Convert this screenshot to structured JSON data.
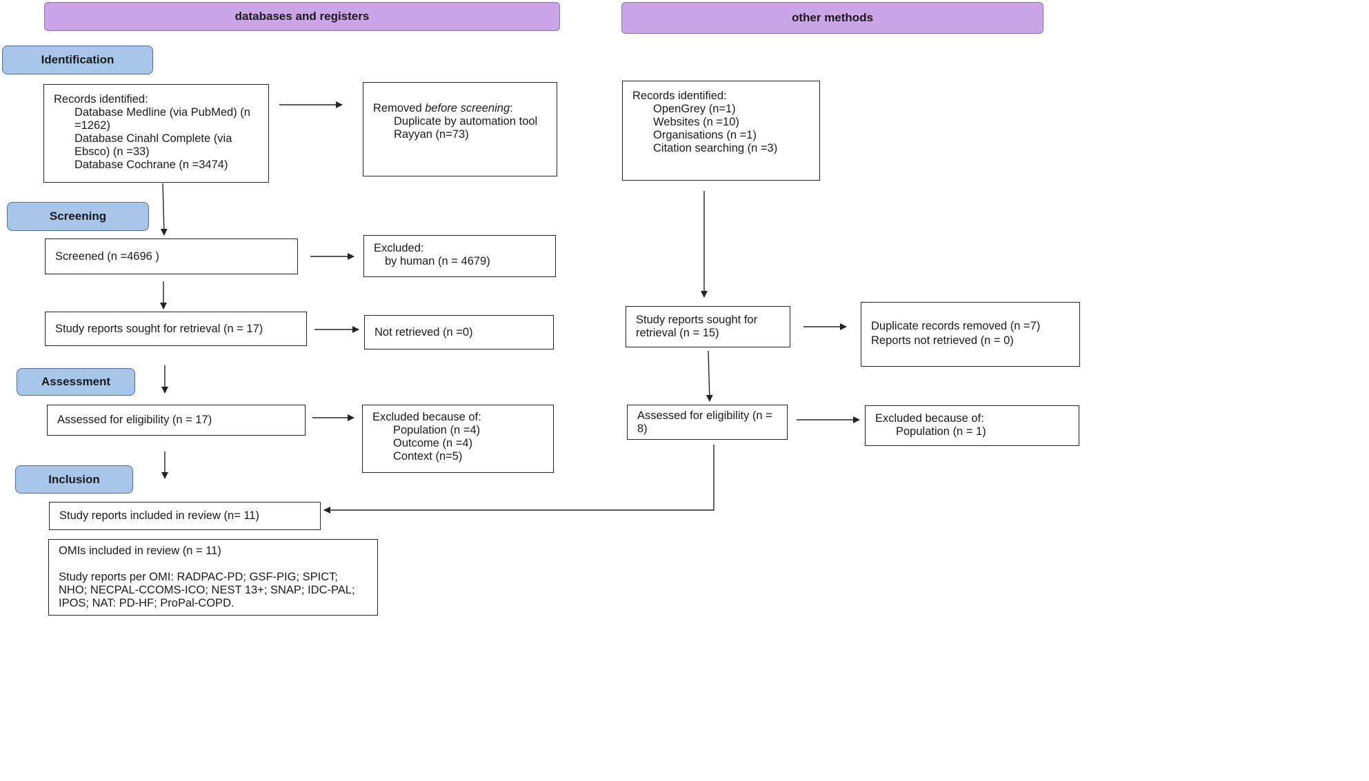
{
  "headers": {
    "left": "databases and registers",
    "right": "other methods"
  },
  "stages": {
    "identification": "Identification",
    "screening": "Screening",
    "assessment": "Assessment",
    "inclusion": "Inclusion"
  },
  "left": {
    "records": {
      "title": "Records identified:",
      "items": [
        "Database Medline (via PubMed) (n =1262)",
        "Database Cinahl Complete (via Ebsco) (n =33)",
        "Database Cochrane (n =3474)"
      ]
    },
    "removed": {
      "prefix": "Removed ",
      "emph": "before screening",
      "suffix": ":",
      "items": [
        "Duplicate by automation tool Rayyan (n=73)"
      ]
    },
    "screened": "Screened (n =4696 )",
    "excluded": {
      "title": "Excluded:",
      "items": [
        "by human (n = 4679)"
      ]
    },
    "sought": "Study reports sought for retrieval (n = 17)",
    "not_retrieved": "Not retrieved (n =0)",
    "assessed": "Assessed for eligibility (n = 17)",
    "excluded_reasons": {
      "title": "Excluded because of:",
      "items": [
        "Population (n =4)",
        "Outcome (n =4)",
        "Context (n=5)"
      ]
    },
    "included": "Study reports included in review (n= 11)",
    "omis": {
      "title": "OMIs included in review (n = 11)",
      "detail": "Study reports per OMI: RADPAC-PD; GSF-PIG; SPICT; NHO; NECPAL-CCOMS-ICO; NEST 13+; SNAP; IDC-PAL; IPOS; NAT: PD-HF; ProPal-COPD."
    }
  },
  "right": {
    "records": {
      "title": "Records identified:",
      "items": [
        "OpenGrey (n=1)",
        "Websites (n =10)",
        "Organisations (n =1)",
        "Citation searching (n =3)"
      ]
    },
    "sought": "Study reports sought for retrieval (n = 15)",
    "duplicates": {
      "items": [
        "Duplicate records removed (n =7)",
        "Reports not retrieved (n = 0)"
      ]
    },
    "assessed": "Assessed for eligibility (n = 8)",
    "excluded_reasons": {
      "title": "Excluded because of:",
      "items": [
        "Population  (n = 1)"
      ]
    }
  },
  "colors": {
    "header_fill": "#cba5e8",
    "stage_fill": "#a7c6ea",
    "line": "#222222"
  }
}
